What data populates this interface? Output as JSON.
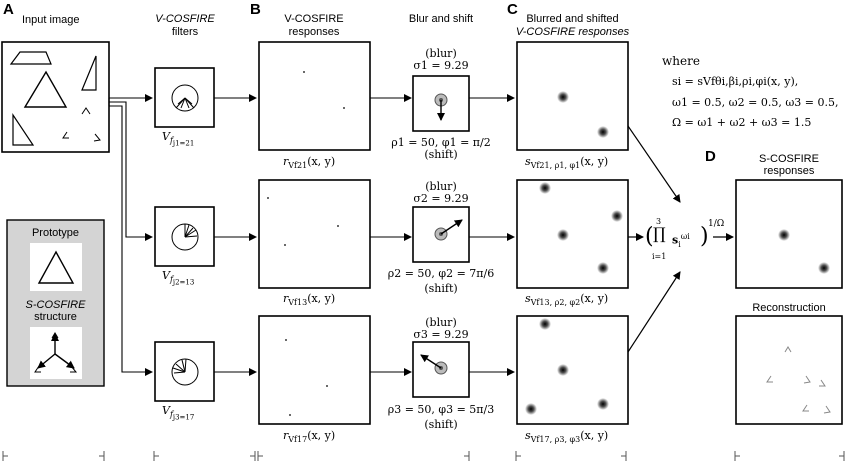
{
  "panels": {
    "A": "A",
    "B": "B",
    "C": "C",
    "D": "D"
  },
  "headers": {
    "input_image": "Input image",
    "vcosfire_filters_1": "V-COSFIRE",
    "vcosfire_filters_2": "filters",
    "vcosfire_responses_1": "V-COSFIRE",
    "vcosfire_responses_2": "responses",
    "blur_shift": "Blur and shift",
    "blurred_1": "Blurred and shifted",
    "blurred_2": "V-COSFIRE responses",
    "scosfire_responses_1": "S-COSFIRE",
    "scosfire_responses_2": "responses",
    "reconstruction": "Reconstruction"
  },
  "prototype_panel": {
    "prototype": "Prototype",
    "structure_1": "S-COSFIRE",
    "structure_2": "structure"
  },
  "filters": [
    {
      "label": "V",
      "sub": "f",
      "subsub": "j1=21"
    },
    {
      "label": "V",
      "sub": "f",
      "subsub": "j2=13"
    },
    {
      "label": "V",
      "sub": "f",
      "subsub": "j3=17"
    }
  ],
  "responses": [
    {
      "label": "r",
      "sub": "Vf21",
      "args": "(x, y)"
    },
    {
      "label": "r",
      "sub": "Vf13",
      "args": "(x, y)"
    },
    {
      "label": "r",
      "sub": "Vf17",
      "args": "(x, y)"
    }
  ],
  "blur_rows": [
    {
      "blur": "(blur)",
      "sigma": "σ1 = 9.29",
      "rho_phi": "ρ1 = 50,  φ1 = π/2",
      "shift": "(shift)"
    },
    {
      "blur": "(blur)",
      "sigma": "σ2 = 9.29",
      "rho_phi": "ρ2 = 50,  φ2 = 7π/6",
      "shift": "(shift)"
    },
    {
      "blur": "(blur)",
      "sigma": "σ3 = 9.29",
      "rho_phi": "ρ3 = 50,  φ3 = 5π/3",
      "shift": "(shift)"
    }
  ],
  "blurred": [
    {
      "label": "s",
      "sub": "Vf21, ρ1, φ1",
      "args": "(x, y)"
    },
    {
      "label": "s",
      "sub": "Vf13, ρ2, φ2",
      "args": "(x, y)"
    },
    {
      "label": "s",
      "sub": "Vf17, ρ3, φ3",
      "args": "(x, y)"
    }
  ],
  "where": {
    "word": "where",
    "line1": "si = sVfθi,βi,ρi,φi(x, y),",
    "line2": "ω1 = 0.5,  ω2 = 0.5,  ω3 = 0.5,",
    "line3": "Ω = ω1 + ω2 + ω3 = 1.5"
  },
  "formula": {
    "text": "( ∏ si^ωi )^1/Ω",
    "top": "3",
    "bottom": "i=1",
    "exponent": "1/Ω"
  }
}
